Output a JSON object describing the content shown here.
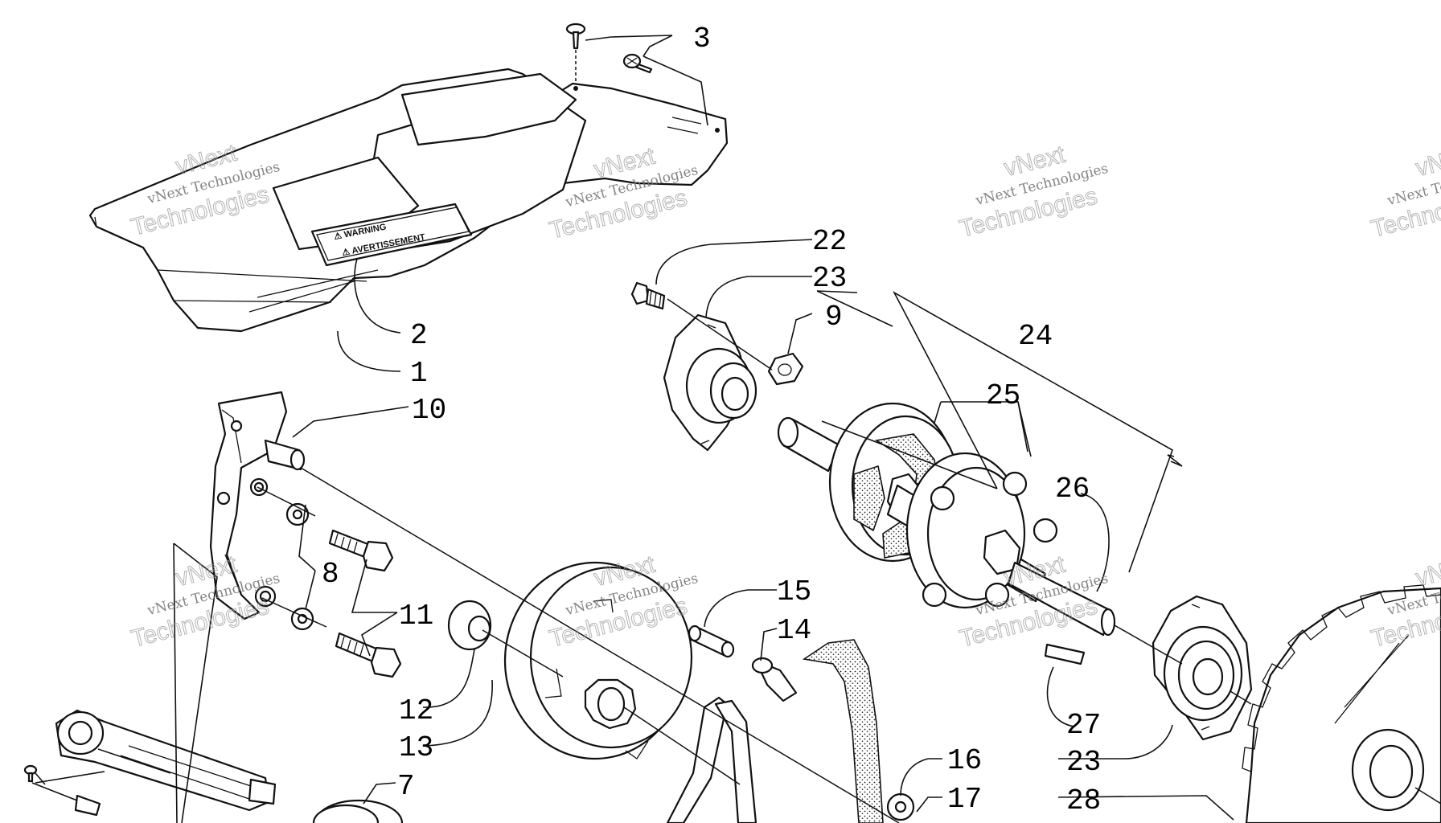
{
  "callouts": [
    "1",
    "2",
    "3",
    "7",
    "8",
    "9",
    "10",
    "11",
    "12",
    "13",
    "14",
    "15",
    "16",
    "17",
    "22",
    "23",
    "23",
    "24",
    "25",
    "26",
    "27",
    "28"
  ],
  "label_text": [
    "⚠ WARNING",
    "⚠ AVERTISSEMENT"
  ],
  "watermark": {
    "line1": "vNext Technologies",
    "line2": "vNext",
    "line3": "Technologies"
  }
}
